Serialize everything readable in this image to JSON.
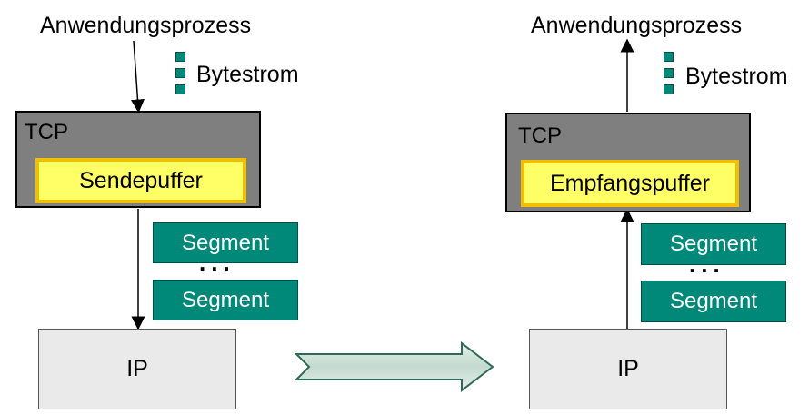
{
  "sender": {
    "process_label": "Anwendungsprozess",
    "stream_label": "Bytestrom",
    "tcp_label": "TCP",
    "buffer_label": "Sendepuffer",
    "segments": [
      "Segment",
      "Segment"
    ],
    "ellipsis": "...",
    "ip_label": "IP"
  },
  "receiver": {
    "process_label": "Anwendungsprozess",
    "stream_label": "Bytestrom",
    "tcp_label": "TCP",
    "buffer_label": "Empfangspuffer",
    "segments": [
      "Segment",
      "Segment"
    ],
    "ellipsis": "...",
    "ip_label": "IP"
  },
  "colors": {
    "tcp_box": "#7f7f7f",
    "buffer_fill": "#ffff66",
    "buffer_border": "#f0c000",
    "segment_fill": "#008878",
    "ip_box": "#eaeaea",
    "transfer_arrow": "#cfe2da"
  }
}
